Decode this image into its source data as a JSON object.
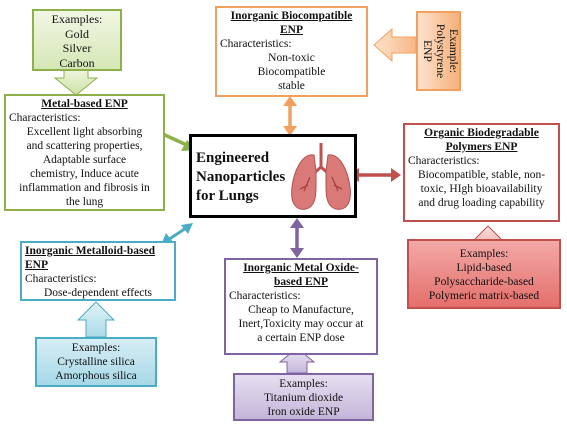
{
  "center": {
    "title_lines": [
      "Engineered",
      "Nanoparticles",
      "for Lungs"
    ]
  },
  "metal": {
    "title": "Metal-based ENP",
    "char_label": "Characteristics:",
    "lines": [
      "Excellent light absorbing",
      "and scattering properties,",
      "Adaptable surface",
      "chemistry, Induce acute",
      "inflammation and fibrosis in",
      "the lung"
    ],
    "examples": [
      "Examples:",
      "Gold",
      "Silver",
      "Carbon"
    ]
  },
  "bio": {
    "title_lines": [
      "Inorganic  Biocompatible",
      "ENP"
    ],
    "char_label": "Characteristics:",
    "lines": [
      "Non-toxic",
      "Biocompatible",
      "stable"
    ],
    "example": [
      "Example:",
      "Polystyrene",
      "ENP"
    ]
  },
  "organic": {
    "title_lines": [
      "Organic Biodegradable",
      "Polymers ENP"
    ],
    "char_label": "Characteristics:",
    "lines": [
      "Biocompatible, stable, non-",
      "toxic, HIgh bioavailability",
      "and drug loading capability"
    ],
    "examples": [
      "Examples:",
      "Lipid-based",
      "Polysaccharide-based",
      "Polymeric matrix-based"
    ]
  },
  "metalloid": {
    "title_lines": [
      "Inorganic  Metalloid-based",
      "ENP"
    ],
    "char_label": "Characteristics:",
    "lines": [
      "Dose-dependent effects"
    ],
    "examples": [
      "Examples:",
      "Crystalline silica",
      "Amorphous silica"
    ]
  },
  "oxide": {
    "title_lines": [
      "Inorganic  Metal Oxide-",
      "based ENP"
    ],
    "char_label": "Characteristics:",
    "lines": [
      "Cheap to Manufacture,",
      "Inert,Toxicity may occur at",
      "a certain ENP dose"
    ],
    "examples": [
      "Examples:",
      "Titanium dioxide",
      "Iron oxide ENP"
    ]
  },
  "colors": {
    "green": "#8db04a",
    "orange": "#f3a05f",
    "red": "#c0504d",
    "teal": "#4bacc6",
    "purple": "#8064a2",
    "lung": "#d97a78"
  }
}
